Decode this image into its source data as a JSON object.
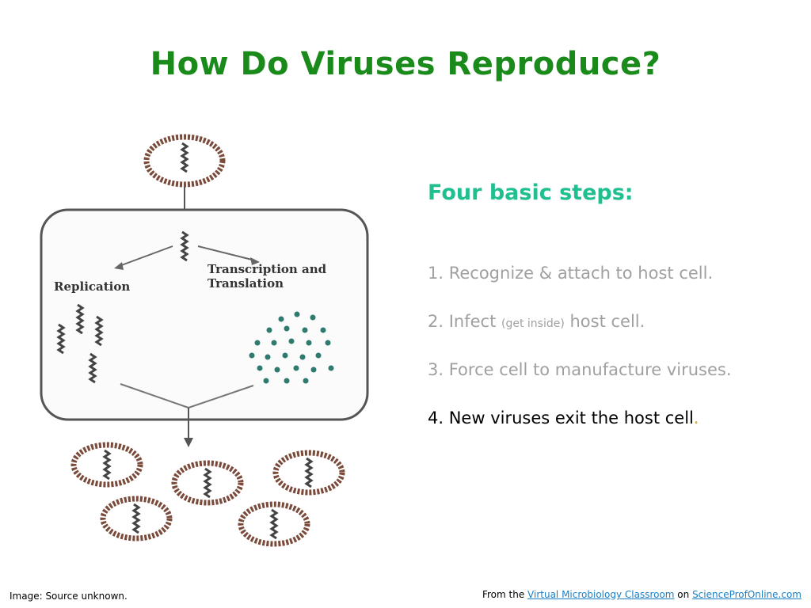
{
  "slide": {
    "title": "How Do Viruses Reproduce?",
    "subtitle": "Four basic steps:",
    "steps": {
      "s1": "1. Recognize & attach to host cell.",
      "s2_a": "2. Infect ",
      "s2_b": "(get inside)",
      "s2_c": " host cell.",
      "s3": "3. Force cell to manufacture viruses.",
      "s4": "4.  New viruses exit the host cell",
      "s4_end": "."
    }
  },
  "diagram": {
    "label_replication": "Replication",
    "label_transcription_1": "Transcription and",
    "label_transcription_2": "Translation"
  },
  "footer": {
    "image_credit": "Image: Source unknown.",
    "from_the": "From the ",
    "link1": "Virtual Microbiology Classroom",
    "on": " on ",
    "link2": "ScienceProfOnline.com"
  },
  "colors": {
    "title": "#1a8a1a",
    "subtitle": "#1fbf8f",
    "step_gray": "#a0a0a0",
    "virus_ring": "#7a4a3a",
    "dot_teal": "#2f7a6e",
    "link": "#1a7fc4"
  }
}
